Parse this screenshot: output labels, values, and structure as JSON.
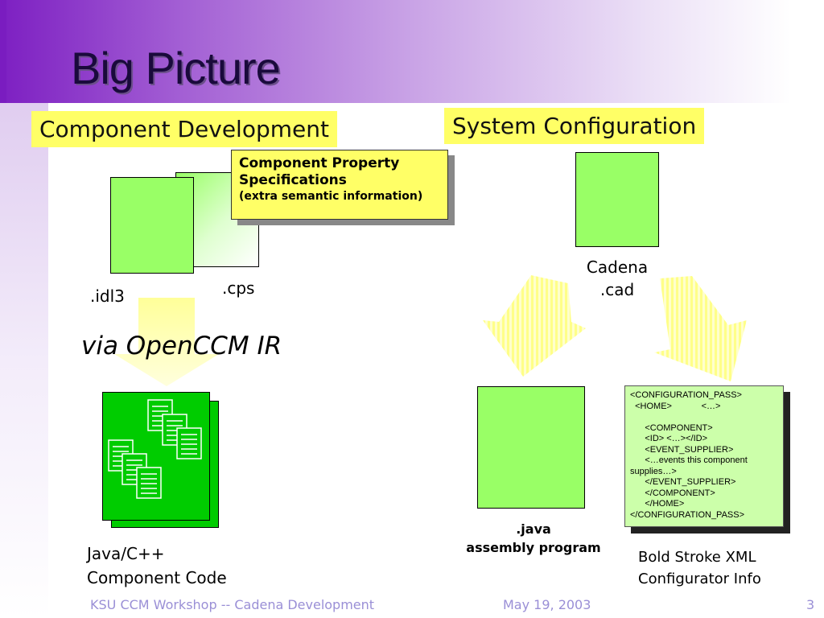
{
  "slide": {
    "title": "Big Picture",
    "sections": {
      "component_dev": "Component Development",
      "system_config": "System Configuration"
    },
    "property_spec": {
      "line1": "Component Property",
      "line2": "Specifications",
      "line3": "(extra semantic information)"
    },
    "files": {
      "idl3": ".idl3",
      "cps": ".cps",
      "cadena_line1": "Cadena",
      "cadena_line2": ".cad"
    },
    "via_label": "via OpenCCM IR",
    "outputs": {
      "code_line1": "Java/C++",
      "code_line2": "Component Code",
      "java_line1": ".java",
      "java_line2": "assembly program",
      "xml_line1": "Bold Stroke XML",
      "xml_line2": "Configurator Info"
    },
    "xml_lines": [
      "<CONFIGURATION_PASS>",
      "  <HOME>            <…>",
      "",
      "      <COMPONENT>",
      "      <ID> <…></ID>",
      "      <EVENT_SUPPLIER>",
      "      <…events this component",
      "supplies…>",
      "      </EVENT_SUPPLIER>",
      "      </COMPONENT>",
      "      </HOME>",
      "</CONFIGURATION_PASS>"
    ],
    "footer": {
      "left": "KSU CCM Workshop -- Cadena Development",
      "center": "May 19, 2003",
      "page": "3"
    },
    "colors": {
      "accent_purple": "#7d1fc2",
      "label_yellow": "#ffff66",
      "doc_green": "#99ff66",
      "code_green": "#00cc00",
      "footer_text": "#9a8fd6"
    }
  }
}
